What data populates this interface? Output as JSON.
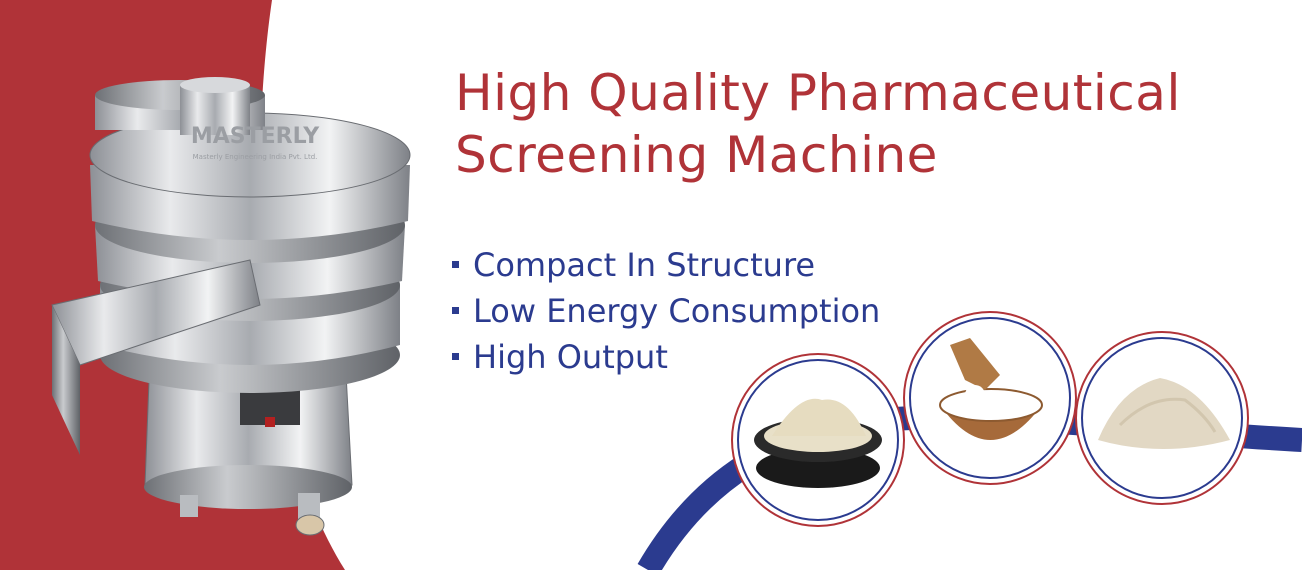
{
  "banner": {
    "headline_line1": "High Quality Pharmaceutical",
    "headline_line2": "Screening Machine",
    "features": [
      "Compact In Structure",
      "Low Energy Consumption",
      "High Output"
    ],
    "machine_brand": "MASTERLY",
    "machine_subtext": "Masterly Engineering India Pvt. Ltd.",
    "colors": {
      "brand_red": "#b03338",
      "brand_blue": "#2b3b8f",
      "background": "#ffffff"
    },
    "icons": [
      "machine-image",
      "powder-bowl-image",
      "scoop-bowl-image",
      "powder-heap-image"
    ]
  }
}
